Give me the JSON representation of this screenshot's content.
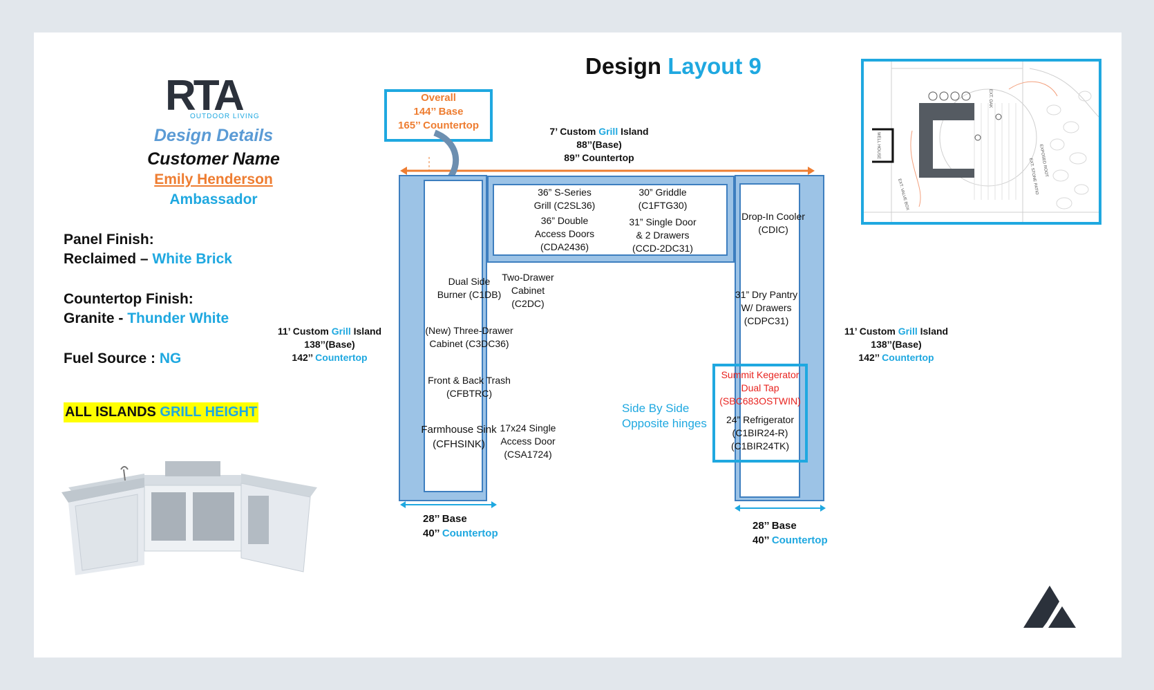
{
  "title": {
    "part1": "Design",
    "part2": "Layout 9"
  },
  "logo": {
    "letters": "RTA",
    "sub": "OUTDOOR LIVING"
  },
  "details": {
    "heading": "Design Details",
    "customer_label": "Customer Name",
    "customer_name": "Emily Henderson",
    "role": "Ambassador",
    "panel_label": "Panel Finish:",
    "panel_value_a": "Reclaimed – ",
    "panel_value_b": "White Brick",
    "countertop_label": "Countertop Finish:",
    "countertop_value_a": "Granite - ",
    "countertop_value_b": "Thunder White",
    "fuel_label": "Fuel Source : ",
    "fuel_value": "NG",
    "height_a": "ALL ISLANDS ",
    "height_b": "GRILL HEIGHT"
  },
  "overall": {
    "line1": "Overall",
    "line2": "144’’ Base",
    "line3": "165’’ Countertop"
  },
  "top_island": {
    "l1a": "7’ Custom ",
    "l1b": "Grill",
    "l1c": " Island",
    "l2": "88’’(Base)",
    "l3": "89’’ Countertop"
  },
  "left_island": {
    "l1a": "11’ Custom ",
    "l1b": "Grill",
    "l1c": " Island",
    "l2": "138’’(Base)",
    "l3a": "142’’ ",
    "l3b": "Countertop"
  },
  "right_island": {
    "l1a": "11’ Custom ",
    "l1b": "Grill",
    "l1c": " Island",
    "l2": "138’’(Base)",
    "l3a": "142’’ ",
    "l3b": "Countertop"
  },
  "components": {
    "grill": [
      "36” S-Series",
      "Grill (C2SL36)"
    ],
    "griddle": [
      "30” Griddle",
      "(C1FTG30)"
    ],
    "access_doors": [
      "36” Double",
      "Access Doors",
      "(CDA2436)"
    ],
    "single_door": [
      "31” Single Door",
      "& 2 Drawers",
      "(CCD-2DC31)"
    ],
    "cooler": [
      "Drop-In Cooler",
      "(CDIC)"
    ],
    "burner": [
      "Dual Side",
      "Burner (C1DB)"
    ],
    "two_drawer": [
      "Two-Drawer",
      "Cabinet",
      "(C2DC)"
    ],
    "three_drawer": [
      "(New) Three-Drawer",
      "Cabinet (C3DC36)"
    ],
    "trash": [
      "Front & Back Trash",
      "(CFBTRC)"
    ],
    "sink": [
      "Farmhouse Sink",
      "(CFHSINK)"
    ],
    "single_access": [
      "17x24 Single",
      "Access Door",
      "(CSA1724)"
    ],
    "pantry": [
      "31” Dry Pantry",
      "W/ Drawers",
      "(CDPC31)"
    ],
    "kegerator": [
      "Summit Kegerator",
      "Dual Tap",
      "(SBC683OSTWIN)"
    ],
    "fridge": [
      "24” Refrigerator",
      "(C1BIR24-R)",
      "(C1BIR24TK)"
    ],
    "hinges": [
      "Side By Side",
      "Opposite hinges"
    ]
  },
  "base_left": {
    "base": "28’’ Base",
    "top_a": "40’’ ",
    "top_b": "Countertop"
  },
  "base_right": {
    "base": "28’’ Base",
    "top_a": "40’’ ",
    "top_b": "Countertop"
  },
  "site_plan_labels": [
    "WELL HOUSE",
    "EXT. OAK",
    "EXT. VALVE BOX",
    "EXT. STONE PATIO",
    "EXPOSED ROOT"
  ],
  "colors": {
    "accent_blue": "#1fa8e0",
    "accent_orange": "#ee7d31",
    "module_fill": "#9cc3e6",
    "module_border": "#3d7ebf",
    "kegerator_red": "#e8231f",
    "highlight_yellow": "#ffff00"
  }
}
